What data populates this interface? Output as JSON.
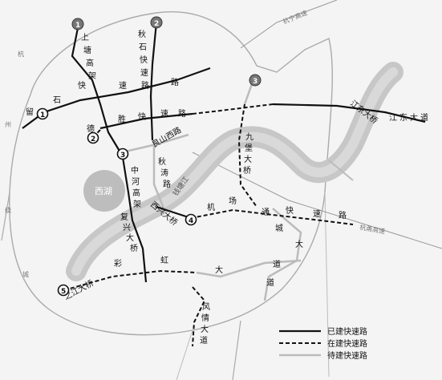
{
  "lake": {
    "label": "西湖"
  },
  "river": {
    "label": "钱塘江"
  },
  "outer_labels": {
    "hang_ning": "杭宁高速",
    "hang_yong": "杭甬高速",
    "left_1": "杭",
    "left_2": "州",
    "left_3": "绕",
    "left_4": "城"
  },
  "roads": {
    "shangtang": [
      "上",
      "塘",
      "高",
      "架"
    ],
    "qiushi": [
      "秋",
      "石",
      "快",
      "速",
      "路"
    ],
    "liuqiu_a": [
      "留",
      "石"
    ],
    "liuqiu_b": [
      "快",
      "速",
      "路"
    ],
    "desheng_a": [
      "德",
      "胜"
    ],
    "desheng_b": [
      "快",
      "速",
      "路"
    ],
    "jiangdong": "江东大道",
    "jiangdong_bridge": "江东大桥",
    "jiubao": [
      "九",
      "堡",
      "大",
      "桥"
    ],
    "genshan": "艮山西路",
    "qiuhai": [
      "秋",
      "涛",
      "路"
    ],
    "zhonghe": [
      "中",
      "河",
      "高",
      "架"
    ],
    "fuxing": [
      "复",
      "兴",
      "大",
      "桥"
    ],
    "xixing": "西兴大桥",
    "airport": [
      "机",
      "场",
      "快",
      "速",
      "路"
    ],
    "tongcheng": [
      "通",
      "城",
      "大",
      "道"
    ],
    "caihong": [
      "彩",
      "虹",
      "大",
      "道"
    ],
    "zhijiang": "之江大桥",
    "fengqing": [
      "风",
      "情",
      "大",
      "道"
    ]
  },
  "markers": [
    "1",
    "2",
    "3",
    "1",
    "2",
    "3",
    "4",
    "5"
  ],
  "legend": [
    {
      "label": "已建快速路",
      "style": "solid"
    },
    {
      "label": "在建快速路",
      "style": "dashed"
    },
    {
      "label": "待建快速路",
      "style": "gray"
    }
  ]
}
